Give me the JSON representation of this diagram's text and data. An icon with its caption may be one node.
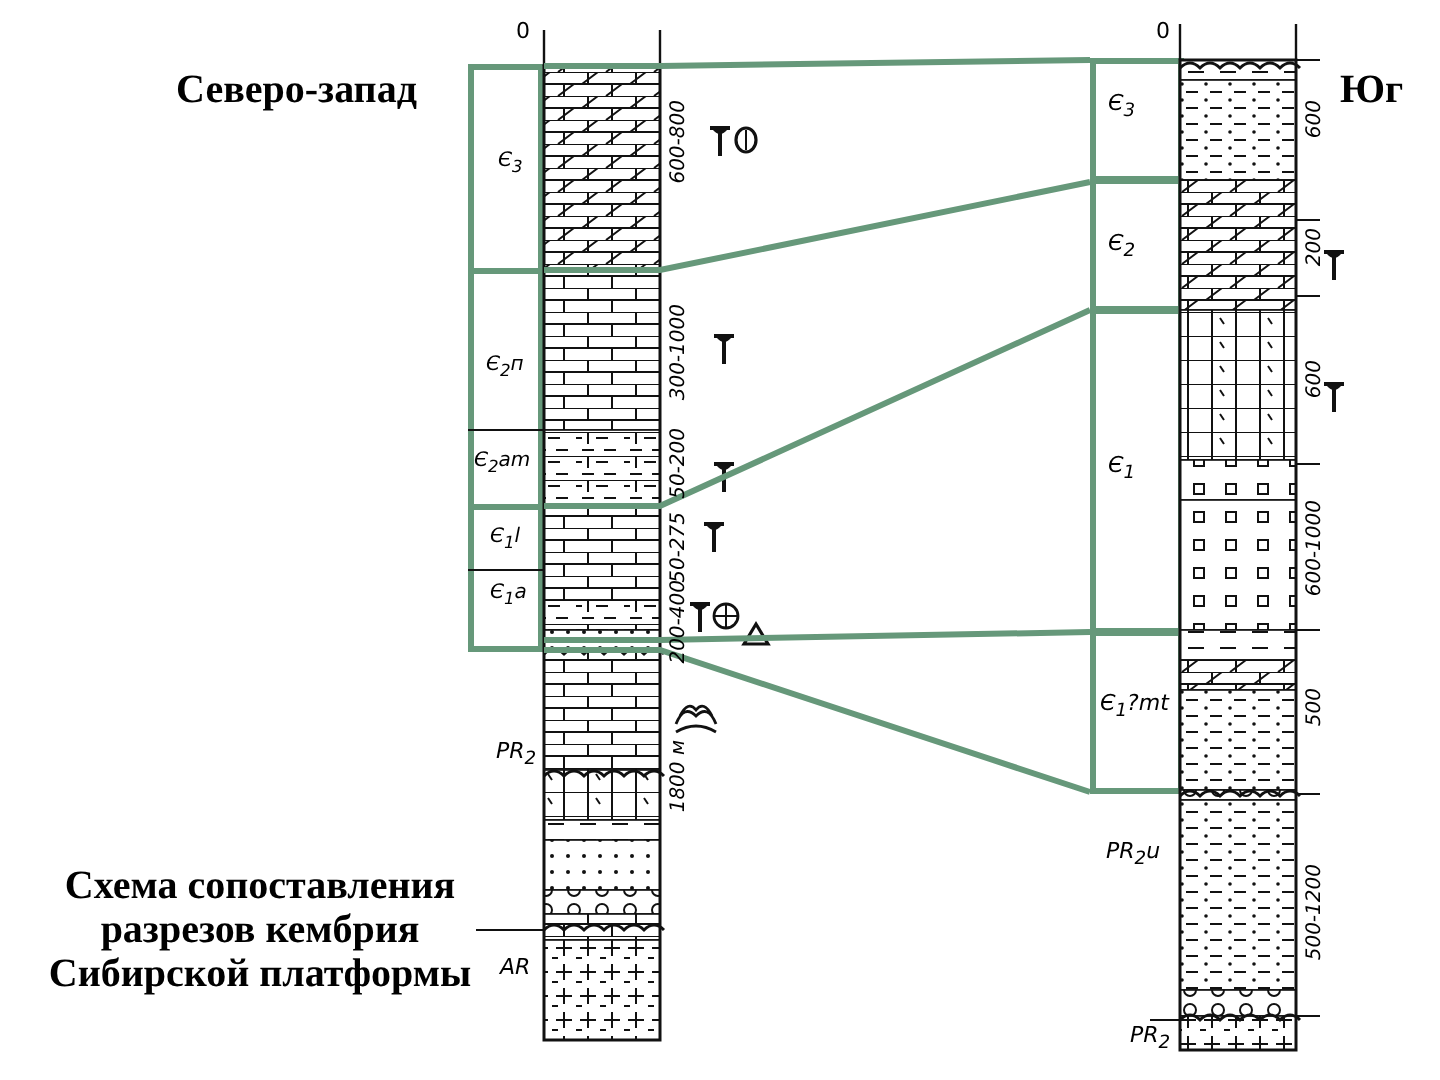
{
  "diagram": {
    "caption": "Схема сопоставления разрезов кембрия Сибирской платформы",
    "nodes": [
      {
        "text": [
          "Є$_{3}$"
        ]
      },
      {
        "text": [
          "Є$_{2}$п",
          "Є$_{2}$am"
        ]
      },
      {
        "text": [
          "Є$_{1}$l",
          "Є$_{1}$a"
        ]
      },
      {
        "text": [
          "Є$_{3}$"
        ]
      },
      {
        "text": [
          "Є$_{2}$"
        ]
      },
      {
        "text": [
          "Є$_{1}$"
        ]
      },
      {
        "text": [
          "Є$_{1}$?mt"
        ]
      }
    ],
    "edges": [
      {
        "from": 0,
        "to": 3,
        "arrow": "none"
      },
      {
        "from": 1,
        "to": 4,
        "arrow": "none"
      },
      {
        "from": 2,
        "to": 5,
        "arrow": "none"
      },
      {
        "from": 2,
        "to": 6,
        "arrow": "none"
      },
      {
        "from": 2,
        "to": 6,
        "arrow": "none"
      }
    ],
    "labels": [
      "Северо-запад",
      "0",
      "600-800",
      "300-1000",
      "50-200",
      "50-275",
      "200-400",
      "PR$_{2}$",
      "1800 м",
      "AR",
      "0",
      "Юг",
      "600",
      "200",
      "600",
      "600-1000",
      "500",
      "PR$_{2}$u",
      "500-1200",
      "PR$_{2}$"
    ]
  }
}
